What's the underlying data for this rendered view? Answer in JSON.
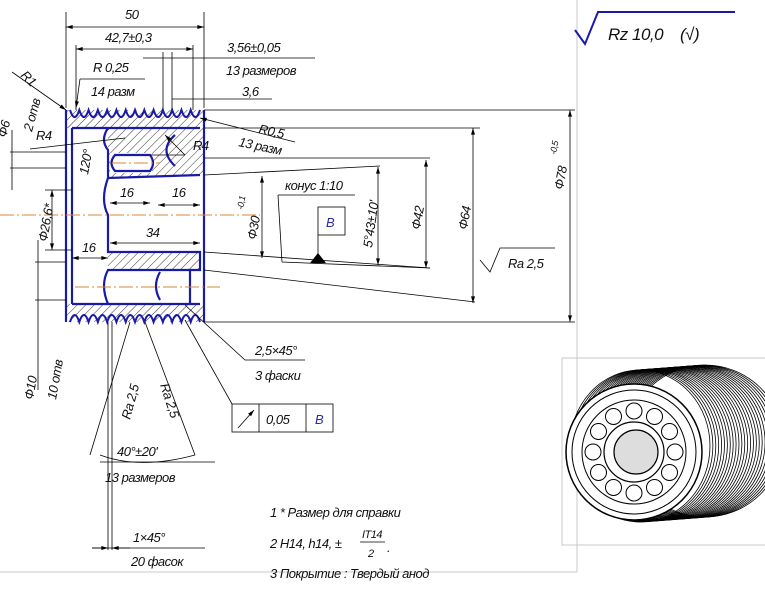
{
  "colors": {
    "outline": "#1a1aa8",
    "axis": "#d98a3a",
    "dim": "#000000",
    "frame": "#c8c8c8"
  },
  "roughness_general": {
    "label": "Rz 10,0",
    "suffix": "(√)"
  },
  "dims": {
    "overall_length": "50",
    "groove_span": "42,7±0,3",
    "pitch": "3,56±0,05",
    "pitch_count": "13 размеров",
    "pitch_end": "3,6",
    "radius_025": "R 0,25",
    "radius_025_count": "14 разм",
    "radius_05": "R0,5",
    "radius_05_count": "13 разм",
    "r4_right": "R4",
    "r4_left": "R4",
    "r1": "R1",
    "holes_2": "2 отв",
    "dia_6": "Ф6",
    "angle_120": "120°",
    "len_16_a": "16",
    "len_16_b": "16",
    "len_34": "34",
    "len_16_c": "16",
    "dia_26_6": "Ф26,6*",
    "dia_30": "Ф30",
    "dia_30_tol": "-0,1",
    "taper": "конус 1:10",
    "datum": "B",
    "taper_angle": "5°43±10'",
    "dia_42": "Ф42",
    "dia_64": "Ф64",
    "dia_78": "Ф78",
    "dia_78_tol": "-0,5",
    "ra_bore": "Ra 2,5",
    "chamfer": "2,5×45°",
    "chamfer_count": "3 фаски",
    "runout_value": "0,05",
    "runout_datum": "B",
    "ra_flank_1": "Ra 2,5",
    "ra_flank_2": "Ra 2,5",
    "flank_angle": "40°±20'",
    "flank_count": "13 размеров",
    "dia_10": "Ф10",
    "holes_10": "10 отв",
    "small_chamfer": "1×45°",
    "small_chamfer_count": "20 фасок"
  },
  "notes": {
    "n1": "1  * Размер для справки",
    "n2_prefix": "2  H14, h14, ±",
    "n2_num": "IT14",
    "n2_den": "2",
    "n2_suffix": ".",
    "n3": "3  Покрытие : Твердый анод"
  }
}
